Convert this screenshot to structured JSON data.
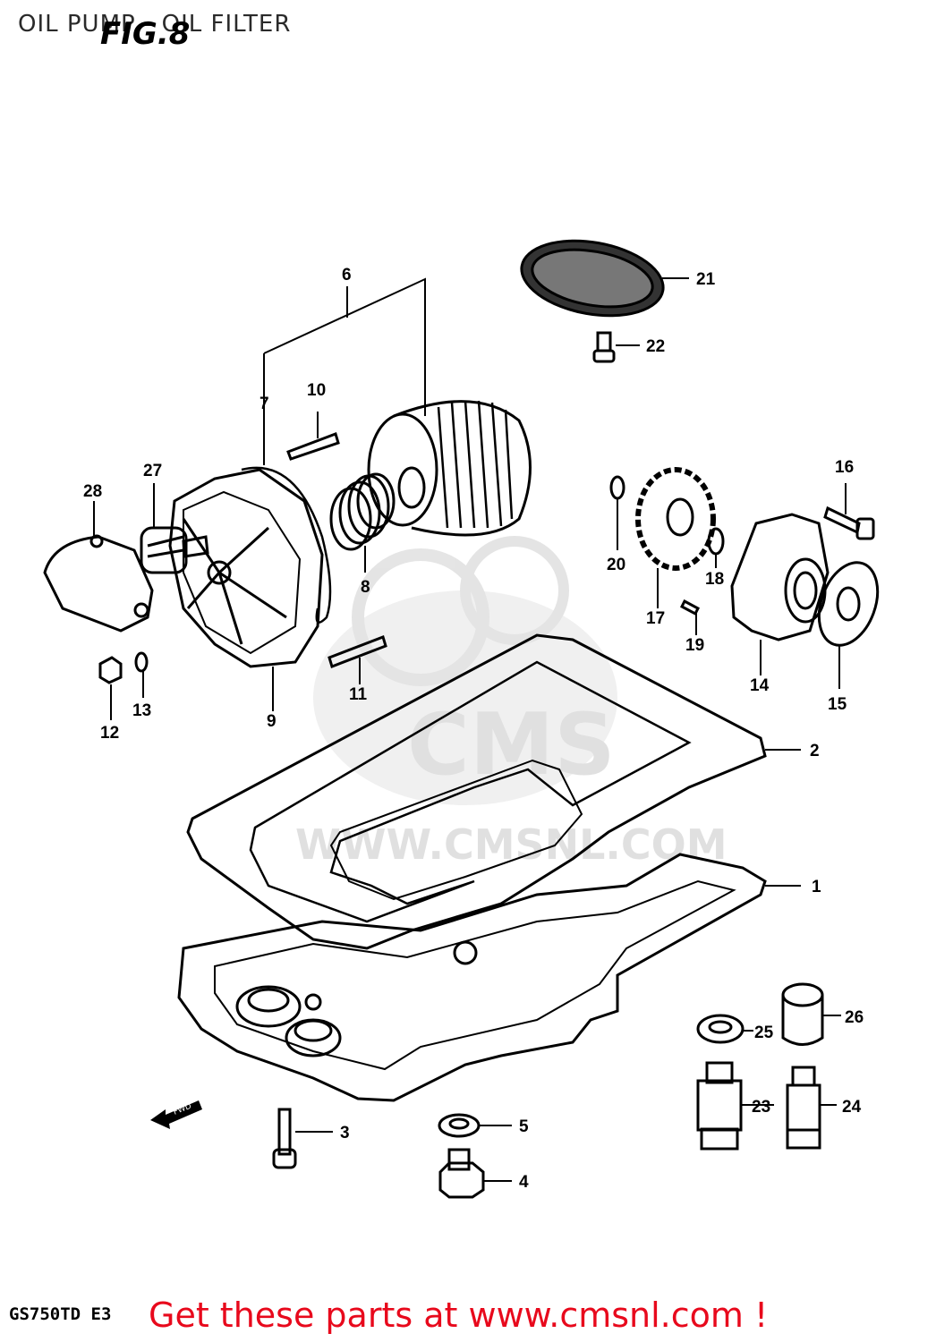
{
  "header": {
    "title": "OIL PUMP - OIL FILTER",
    "figure_label": "FIG.8"
  },
  "watermark": {
    "logo_text": "CMS",
    "url_text": "WWW.CMSNL.COM"
  },
  "diagram": {
    "fwd_label": "FWD",
    "parts": [
      {
        "id": "1",
        "label": "1"
      },
      {
        "id": "2",
        "label": "2"
      },
      {
        "id": "3",
        "label": "3"
      },
      {
        "id": "4",
        "label": "4"
      },
      {
        "id": "5",
        "label": "5"
      },
      {
        "id": "6",
        "label": "6"
      },
      {
        "id": "7",
        "label": "7"
      },
      {
        "id": "8",
        "label": "8"
      },
      {
        "id": "9",
        "label": "9"
      },
      {
        "id": "10",
        "label": "10"
      },
      {
        "id": "11",
        "label": "11"
      },
      {
        "id": "12",
        "label": "12"
      },
      {
        "id": "13",
        "label": "13"
      },
      {
        "id": "14",
        "label": "14"
      },
      {
        "id": "15",
        "label": "15"
      },
      {
        "id": "16",
        "label": "16"
      },
      {
        "id": "17",
        "label": "17"
      },
      {
        "id": "18",
        "label": "18"
      },
      {
        "id": "19",
        "label": "19"
      },
      {
        "id": "20",
        "label": "20"
      },
      {
        "id": "21",
        "label": "21"
      },
      {
        "id": "22",
        "label": "22"
      },
      {
        "id": "23",
        "label": "23"
      },
      {
        "id": "24",
        "label": "24"
      },
      {
        "id": "25",
        "label": "25"
      },
      {
        "id": "26",
        "label": "26"
      },
      {
        "id": "27",
        "label": "27"
      },
      {
        "id": "28",
        "label": "28"
      }
    ]
  },
  "footer": {
    "model_code": "GS750TD E3",
    "cta_text": "Get these parts at www.cmsnl.com !"
  },
  "colors": {
    "cta": "#e8091c",
    "ink": "#000000",
    "watermark": "#dcdcdc"
  }
}
